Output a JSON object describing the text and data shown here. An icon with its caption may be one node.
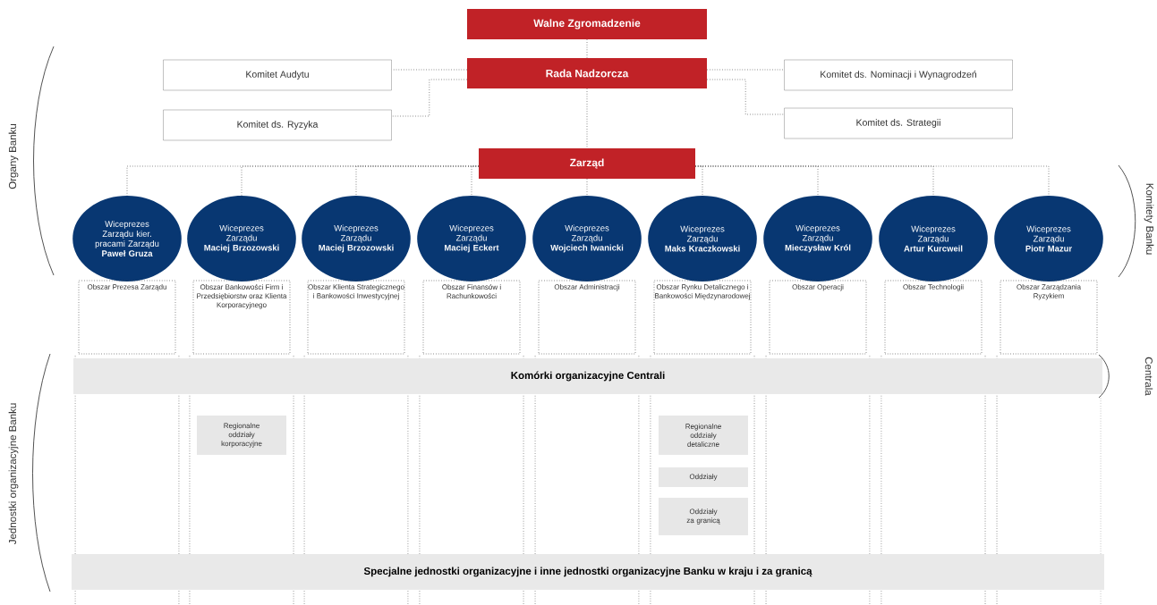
{
  "diagram": {
    "nodes": [
      {
        "text": [
          "Walne Zgromadzenie"
        ]
      },
      {
        "text": [
          "Komitet Audytu"
        ]
      },
      {
        "text": [
          "Rada Nadzorcza"
        ]
      },
      {
        "text": [
          "Komitet ds. Nominacji i Wynagrodzeń"
        ]
      },
      {
        "text": [
          "Komitet ds. Ryzyka"
        ]
      },
      {
        "text": [
          "Komitet ds. Strategii"
        ]
      },
      {
        "text": [
          "Zarząd"
        ]
      },
      {
        "text": [
          "Wiceprezes Zarządu kier. pracami Zarządu",
          "Paweł Gruza"
        ]
      },
      {
        "text": [
          "Wiceprezes Zarządu",
          "Maciej Brzozowski"
        ]
      },
      {
        "text": [
          "Wiceprezes Zarządu",
          "Maciej Brzozowski"
        ]
      },
      {
        "text": [
          "Wiceprezes Zarządu",
          "Maciej Eckert"
        ]
      },
      {
        "text": [
          "Wiceprezes Zarządu",
          "Wojciech Iwanicki"
        ]
      },
      {
        "text": [
          "Wiceprezes Zarządu",
          "Maks Kraczkowski"
        ]
      },
      {
        "text": [
          "Wiceprezes Zarządu",
          "Mieczysław Król"
        ]
      },
      {
        "text": [
          "Wiceprezes Zarządu",
          "Artur Kurcweil"
        ]
      },
      {
        "text": [
          "Wiceprezes Zarządu",
          "Piotr Mazur"
        ]
      },
      {
        "text": [
          "Obszar Prezesa Zarządu"
        ]
      },
      {
        "text": [
          "Obszar Bankowości Firm i Przedsiębiorstw oraz Klienta Korporacyjnego"
        ]
      },
      {
        "text": [
          "Obszar Klienta Strategicznego i Bankowości Inwestycyjnej"
        ]
      },
      {
        "text": [
          "Obszar Finansów i Rachunkowości"
        ]
      },
      {
        "text": [
          "Obszar Administracji"
        ]
      },
      {
        "text": [
          "Obszar Rynku Detalicznego i Bankowości Międzynarodowej"
        ]
      },
      {
        "text": [
          "Obszar Operacji"
        ]
      },
      {
        "text": [
          "Obszar Technologii"
        ]
      },
      {
        "text": [
          "Obszar Zarządzania Ryzykiem"
        ]
      },
      {
        "text": [
          "Komórki organizacyjne Centrali"
        ]
      },
      {
        "text": [
          "Regionalne oddziały korporacyjne"
        ]
      },
      {
        "text": [
          "Regionalne oddziały detaliczne"
        ]
      },
      {
        "text": [
          "Oddziały"
        ]
      },
      {
        "text": [
          "Oddziały za granicą"
        ]
      },
      {
        "text": [
          "Specjalne jednostki organizacyjne i inne jednostki organizacyjne Banku w kraju i za granicą"
        ]
      }
    ],
    "edges": [
      {
        "from": 0,
        "to": 2,
        "arrow": "none"
      },
      {
        "from": 2,
        "to": 1,
        "arrow": "none"
      },
      {
        "from": 2,
        "to": 4,
        "arrow": "none"
      },
      {
        "from": 2,
        "to": 3,
        "arrow": "none"
      },
      {
        "from": 2,
        "to": 5,
        "arrow": "none"
      },
      {
        "from": 2,
        "to": 6,
        "arrow": "none"
      },
      {
        "from": 6,
        "to": 7,
        "arrow": "none"
      },
      {
        "from": 6,
        "to": 8,
        "arrow": "none"
      },
      {
        "from": 6,
        "to": 9,
        "arrow": "none"
      },
      {
        "from": 6,
        "to": 10,
        "arrow": "none"
      },
      {
        "from": 6,
        "to": 11,
        "arrow": "none"
      },
      {
        "from": 6,
        "to": 12,
        "arrow": "none"
      },
      {
        "from": 6,
        "to": 13,
        "arrow": "none"
      },
      {
        "from": 6,
        "to": 14,
        "arrow": "none"
      },
      {
        "from": 6,
        "to": 15,
        "arrow": "none"
      }
    ],
    "labels": [
      "Organy Banku",
      "Komitety Banku",
      "Centrala",
      "Jednostki organizacyjne Banku"
    ]
  }
}
